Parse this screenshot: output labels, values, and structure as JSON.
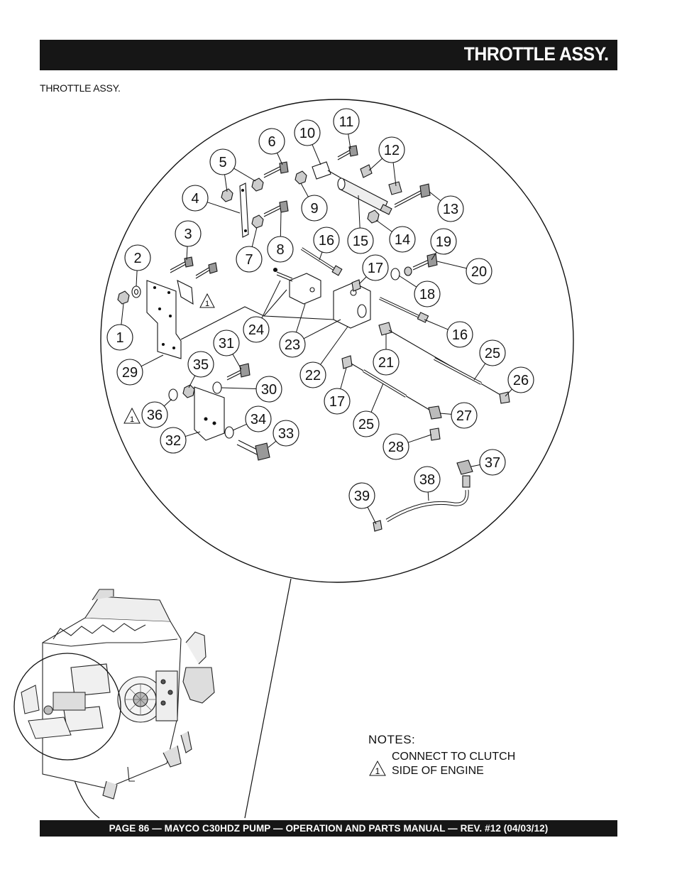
{
  "header": {
    "title": "THROTTLE ASSY."
  },
  "subtitle": "THROTTLE ASSY.",
  "callouts": [
    {
      "id": "c1",
      "label": "1"
    },
    {
      "id": "c2",
      "label": "2"
    },
    {
      "id": "c3",
      "label": "3"
    },
    {
      "id": "c4",
      "label": "4"
    },
    {
      "id": "c5",
      "label": "5"
    },
    {
      "id": "c6",
      "label": "6"
    },
    {
      "id": "c7",
      "label": "7"
    },
    {
      "id": "c8",
      "label": "8"
    },
    {
      "id": "c9",
      "label": "9"
    },
    {
      "id": "c10",
      "label": "10"
    },
    {
      "id": "c11",
      "label": "11"
    },
    {
      "id": "c12",
      "label": "12"
    },
    {
      "id": "c13",
      "label": "13"
    },
    {
      "id": "c14",
      "label": "14"
    },
    {
      "id": "c15",
      "label": "15"
    },
    {
      "id": "c16a",
      "label": "16"
    },
    {
      "id": "c16b",
      "label": "16"
    },
    {
      "id": "c17a",
      "label": "17"
    },
    {
      "id": "c17b",
      "label": "17"
    },
    {
      "id": "c18",
      "label": "18"
    },
    {
      "id": "c19",
      "label": "19"
    },
    {
      "id": "c20",
      "label": "20"
    },
    {
      "id": "c21",
      "label": "21"
    },
    {
      "id": "c22",
      "label": "22"
    },
    {
      "id": "c23",
      "label": "23"
    },
    {
      "id": "c24",
      "label": "24"
    },
    {
      "id": "c25a",
      "label": "25"
    },
    {
      "id": "c25b",
      "label": "25"
    },
    {
      "id": "c26",
      "label": "26"
    },
    {
      "id": "c27",
      "label": "27"
    },
    {
      "id": "c28",
      "label": "28"
    },
    {
      "id": "c29",
      "label": "29"
    },
    {
      "id": "c30",
      "label": "30"
    },
    {
      "id": "c31",
      "label": "31"
    },
    {
      "id": "c32",
      "label": "32"
    },
    {
      "id": "c33",
      "label": "33"
    },
    {
      "id": "c34",
      "label": "34"
    },
    {
      "id": "c35",
      "label": "35"
    },
    {
      "id": "c36",
      "label": "36"
    },
    {
      "id": "c37",
      "label": "37"
    },
    {
      "id": "c38",
      "label": "38"
    },
    {
      "id": "c39",
      "label": "39"
    }
  ],
  "warning_symbol": {
    "label": "1"
  },
  "notes": {
    "title": "NOTES:",
    "items": [
      {
        "symbol": "1",
        "lines": [
          "CONNECT TO CLUTCH",
          "SIDE OF ENGINE"
        ]
      }
    ]
  },
  "footer": {
    "text": "PAGE 86 — MAYCO C30HDZ PUMP — OPERATION AND PARTS MANUAL — REV. #12 (04/03/12)"
  }
}
